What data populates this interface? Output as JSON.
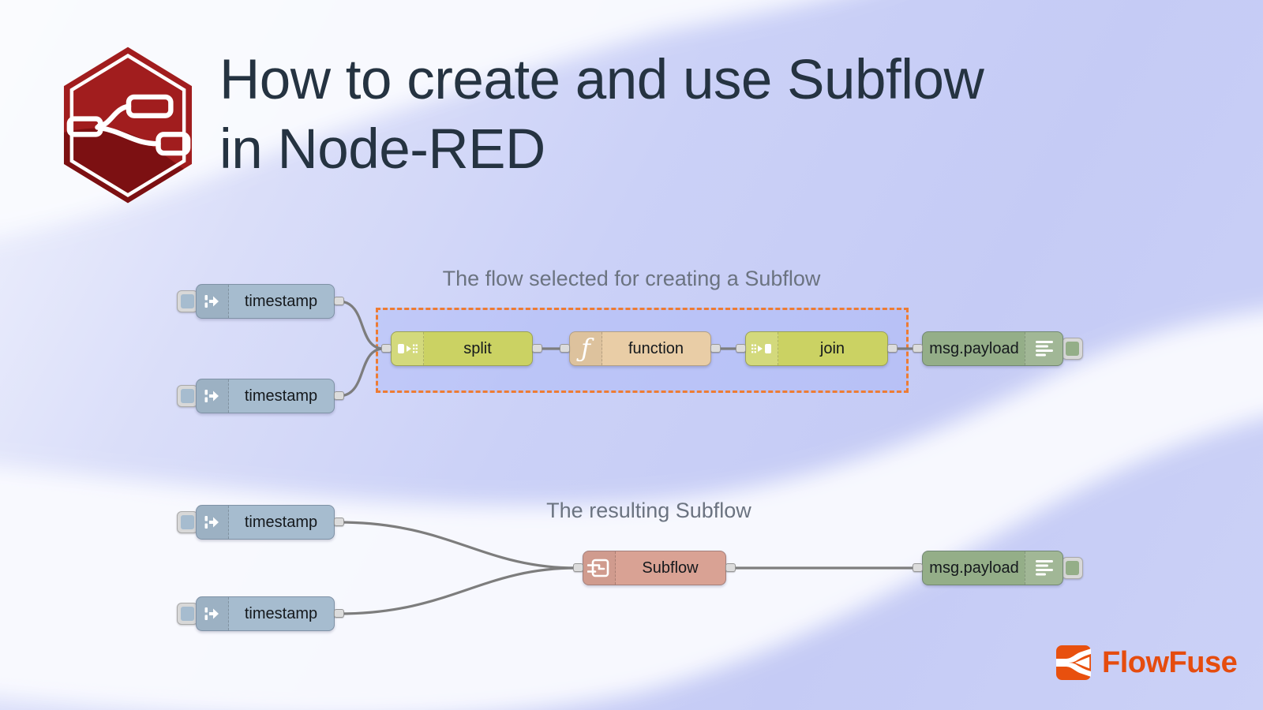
{
  "page": {
    "title_line1": "How to create and use Subflow",
    "title_line2": "in Node-RED"
  },
  "flow1": {
    "caption": "The flow selected for creating a Subflow",
    "inject1": "timestamp",
    "inject2": "timestamp",
    "split": "split",
    "function": "function",
    "join": "join",
    "debug": "msg.payload"
  },
  "flow2": {
    "caption": "The resulting Subflow",
    "inject1": "timestamp",
    "inject2": "timestamp",
    "subflow": "Subflow",
    "debug": "msg.payload"
  },
  "branding": {
    "wordmark": "FlowFuse"
  },
  "colors": {
    "inject_node": "#a6bccf",
    "split_join_node": "#cbd263",
    "function_node": "#e9cda6",
    "debug_node": "#94ae88",
    "subflow_node": "#d9a294",
    "selection_border": "#ee7c33",
    "wire": "#7d7d7d",
    "title_text": "#253341",
    "caption_text": "#6b7380",
    "flowfuse_orange": "#e54c0f",
    "nodered_red": "#a11d1e"
  }
}
